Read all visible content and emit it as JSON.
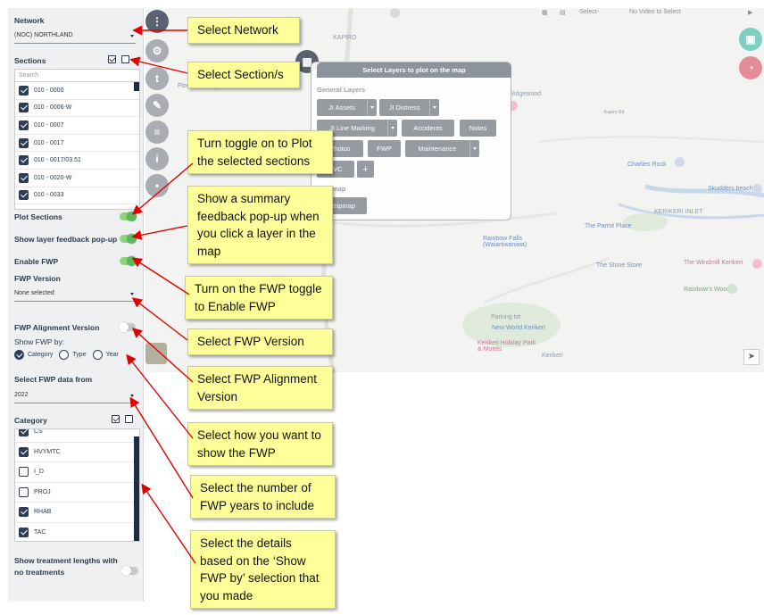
{
  "sidebar": {
    "network_label": "Network",
    "network_value": "(NOC) NORTHLAND",
    "sections_label": "Sections",
    "search_placeholder": "Search",
    "sections": [
      "010 - 0000",
      "010 - 0006-W",
      "010 - 0007",
      "010 - 0017",
      "010 - 0017/03.51",
      "010 - 0020-W",
      "010 - 0033"
    ],
    "plot_sections_label": "Plot Sections",
    "plot_sections_on": true,
    "layer_feedback_label": "Show layer feedback pop-up",
    "layer_feedback_on": true,
    "enable_fwp_label": "Enable FWP",
    "enable_fwp_on": true,
    "fwp_version_label": "FWP Version",
    "fwp_version_value": "None selected",
    "fwp_alignment_label": "FWP Alignment Version",
    "fwp_alignment_on": false,
    "show_fwp_by_label": "Show FWP by:",
    "show_fwp_by_options": [
      "Category",
      "Type",
      "Year"
    ],
    "show_fwp_by_selected": "Category",
    "fwp_data_from_label": "Select FWP data from",
    "fwp_data_from_value": "2022",
    "category_label": "Category",
    "categories": [
      {
        "name": "CS",
        "checked": true
      },
      {
        "name": "HVYMTC",
        "checked": true
      },
      {
        "name": "I_D",
        "checked": false
      },
      {
        "name": "PROJ",
        "checked": false
      },
      {
        "name": "RHAB",
        "checked": true
      },
      {
        "name": "TAC",
        "checked": true
      }
    ],
    "treatment_lengths_label_1": "Show treatment lengths with",
    "treatment_lengths_label_2": "no treatments",
    "treatment_lengths_on": false
  },
  "map": {
    "topbar": {
      "select_label": "-Select-",
      "video_label": "No Video to Select"
    },
    "places": [
      "KAPIRO",
      "Kapiro Rd",
      "Charlies Rock",
      "KERIKERI INLET",
      "The Parrot Place",
      "Skudders beach",
      "Rainbow Falls (Waianiwaniwa)",
      "The Stone Store",
      "The Windmill Kerikeri",
      "Rainbow's Wood",
      "Parking lot",
      "New World Kerikeri",
      "Kerikeri Holiday Park & Motels",
      "Kerikeri",
      "Flower Fishing",
      "Ridgewood"
    ],
    "layer_panel": {
      "title": "Select Layers to plot on the map",
      "general_layers_label": "General Layers",
      "buttons": [
        "JI Assets",
        "JI Distress",
        "JI Line Marking",
        "Accidents",
        "Notes",
        "Photos",
        "FWP",
        "Maintenance",
        "TVC"
      ],
      "stripmap_label": "Stripmap",
      "stripmap_button": "Stripmap"
    }
  },
  "callouts": [
    "Select Network",
    "Select Section/s",
    "Turn toggle on to Plot the selected sections",
    "Show a summary feedback pop-up when you click a layer in the map",
    "Turn on the FWP toggle to Enable FWP",
    "Select FWP Version",
    "Select FWP Alignment Version",
    "Select how you want to show the FWP",
    "Select the number of FWP years to include",
    "Select the details based on the ‘Show FWP by’ selection that you made"
  ],
  "colors": {
    "accent": "#2c3e55",
    "toggle_on": "#5cb85c",
    "callout": "#ffff99",
    "arrow": "#e00000"
  }
}
